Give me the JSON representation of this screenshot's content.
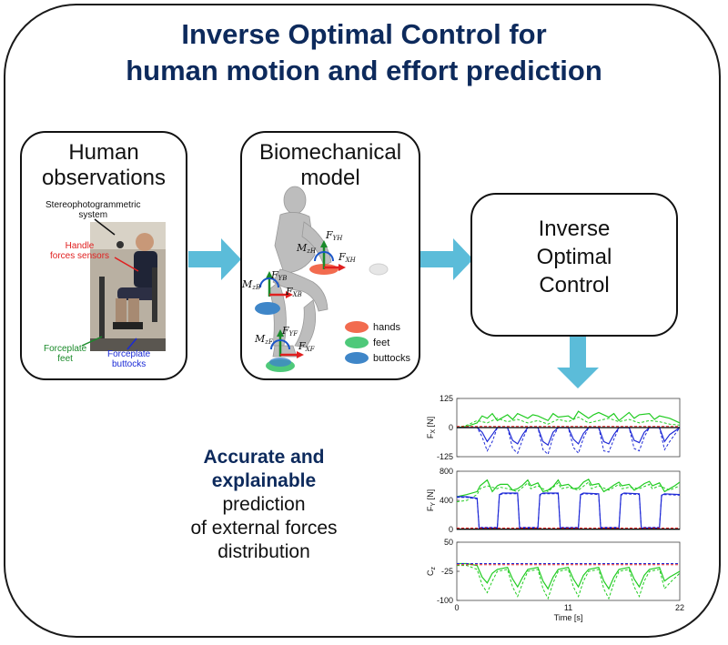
{
  "title": {
    "line1": "Inverse Optimal Control for",
    "line2": "human motion and effort prediction"
  },
  "colors": {
    "title": "#0d2a5c",
    "arrow": "#5bbcd9",
    "hands": "#f26b4f",
    "feet": "#4ec97a",
    "buttocks": "#3f86c8",
    "series_green": "#22cc22",
    "series_blue": "#1f2ad6",
    "series_red": "#e02020",
    "series_black": "#000000"
  },
  "observations": {
    "title_line1": "Human",
    "title_line2": "observations",
    "label_stereo_1": "Stereophotogrammetric",
    "label_stereo_2": "system",
    "label_handle_1": "Handle",
    "label_handle_2": "forces sensors",
    "label_forceplate_feet_1": "Forceplate",
    "label_forceplate_feet_2": "feet",
    "label_forceplate_buttocks_1": "Forceplate",
    "label_forceplate_buttocks_2": "buttocks"
  },
  "model": {
    "title_line1": "Biomechanical",
    "title_line2": "model",
    "force_labels": {
      "FYH": "F",
      "FYH_sub": "YH",
      "MzH": "M",
      "MzH_sub": "zH",
      "FXH": "F",
      "FXH_sub": "XH",
      "FYB": "F",
      "FYB_sub": "YB",
      "MzB": "M",
      "MzB_sub": "zB",
      "FXB": "F",
      "FXB_sub": "XB",
      "FYF": "F",
      "FYF_sub": "YF",
      "MzF": "M",
      "MzF_sub": "zF",
      "FXF": "F",
      "FXF_sub": "XF"
    },
    "legend": {
      "hands": "hands",
      "feet": "feet",
      "buttocks": "buttocks"
    }
  },
  "ioc": {
    "line1": "Inverse",
    "line2": "Optimal",
    "line3": "Control"
  },
  "summary": {
    "bold_line1": "Accurate and",
    "bold_line2": "explainable",
    "line3": "prediction",
    "line4": "of external forces",
    "line5": "distribution"
  },
  "chart_data": [
    {
      "type": "line",
      "ylabel": "F",
      "ylabel_sub": "X",
      "ylabel_unit": "[N]",
      "ylim": [
        -125,
        125
      ],
      "yticks": [
        "125",
        "0",
        "-125"
      ],
      "xlim": [
        0,
        22
      ],
      "series": [
        {
          "color": "green",
          "style": "solid",
          "x": [
            0,
            1,
            2,
            2.5,
            3,
            3.5,
            4,
            5,
            5.5,
            6,
            7,
            7.5,
            8,
            9,
            9.5,
            10,
            11,
            11.5,
            12,
            13,
            13.5,
            14,
            15,
            15.5,
            16,
            17,
            17.5,
            18,
            19,
            19.5,
            20,
            21,
            21.5,
            22
          ],
          "y": [
            0,
            5,
            20,
            50,
            40,
            60,
            30,
            55,
            35,
            60,
            40,
            55,
            50,
            30,
            60,
            45,
            50,
            35,
            70,
            40,
            55,
            65,
            45,
            60,
            30,
            65,
            40,
            55,
            60,
            35,
            50,
            40,
            30,
            20
          ]
        },
        {
          "color": "green",
          "style": "dashed",
          "x": [
            0,
            1,
            2,
            3,
            4,
            5,
            6,
            7,
            8,
            9,
            10,
            11,
            12,
            13,
            14,
            15,
            16,
            17,
            18,
            19,
            20,
            21,
            22
          ],
          "y": [
            0,
            10,
            30,
            20,
            40,
            25,
            35,
            20,
            30,
            15,
            35,
            25,
            45,
            20,
            30,
            40,
            25,
            35,
            20,
            30,
            25,
            15,
            10
          ]
        },
        {
          "color": "blue",
          "style": "solid",
          "x": [
            0,
            2,
            2.5,
            3,
            3.5,
            4,
            5,
            5.5,
            6,
            6.5,
            7,
            8,
            8.5,
            9,
            9.5,
            10,
            11,
            11.5,
            12,
            12.5,
            13,
            14,
            14.5,
            15,
            15.5,
            16,
            17,
            17.5,
            18,
            18.5,
            19,
            20,
            20.5,
            21,
            22
          ],
          "y": [
            0,
            0,
            -20,
            -60,
            -30,
            0,
            0,
            -55,
            -70,
            -30,
            0,
            0,
            -60,
            -75,
            -20,
            0,
            0,
            -50,
            -70,
            -25,
            0,
            0,
            -60,
            -70,
            -30,
            0,
            0,
            -55,
            -65,
            -20,
            0,
            0,
            -60,
            -30,
            0
          ]
        },
        {
          "color": "blue",
          "style": "dashed",
          "x": [
            0,
            2,
            2.5,
            3,
            3.5,
            4,
            5,
            5.5,
            6,
            6.5,
            7,
            8,
            8.5,
            9,
            9.5,
            10,
            11,
            11.5,
            12,
            12.5,
            13,
            14,
            14.5,
            15,
            15.5,
            16,
            17,
            17.5,
            18,
            18.5,
            19,
            20,
            20.5,
            21,
            22
          ],
          "y": [
            0,
            0,
            -40,
            -100,
            -60,
            0,
            0,
            -90,
            -110,
            -50,
            0,
            0,
            -95,
            -115,
            -40,
            0,
            0,
            -85,
            -110,
            -45,
            0,
            0,
            -100,
            -105,
            -50,
            0,
            0,
            -90,
            -100,
            -40,
            0,
            0,
            -95,
            -60,
            0
          ]
        },
        {
          "color": "red",
          "style": "dashed",
          "x": [
            0,
            22
          ],
          "y": [
            5,
            5
          ]
        },
        {
          "color": "black",
          "style": "solid",
          "x": [
            0,
            22
          ],
          "y": [
            0,
            0
          ]
        }
      ]
    },
    {
      "type": "line",
      "ylabel": "F",
      "ylabel_sub": "Y",
      "ylabel_unit": "[N]",
      "ylim": [
        0,
        800
      ],
      "yticks": [
        "800",
        "400",
        "0"
      ],
      "xlim": [
        0,
        22
      ],
      "series": [
        {
          "color": "green",
          "style": "solid",
          "x": [
            0,
            1,
            2,
            2.3,
            3,
            3.5,
            4,
            4.3,
            5,
            5.5,
            6,
            6.5,
            7,
            7.3,
            8,
            8.5,
            9,
            9.5,
            10,
            10.3,
            11,
            11.5,
            12,
            12.5,
            13,
            13.3,
            14,
            14.5,
            15,
            15.5,
            16,
            16.3,
            17,
            17.5,
            18,
            18.5,
            19,
            19.3,
            20,
            20.5,
            21,
            21.5,
            22
          ],
          "y": [
            450,
            480,
            520,
            600,
            680,
            520,
            600,
            620,
            620,
            540,
            560,
            610,
            680,
            600,
            640,
            520,
            540,
            590,
            680,
            600,
            620,
            560,
            570,
            650,
            690,
            610,
            630,
            520,
            560,
            610,
            650,
            600,
            620,
            540,
            580,
            630,
            660,
            600,
            640,
            520,
            560,
            600,
            650
          ]
        },
        {
          "color": "green",
          "style": "dashed",
          "x": [
            0,
            1,
            2,
            2.3,
            3,
            4,
            4.3,
            5,
            6,
            7,
            7.3,
            8,
            9,
            10,
            10.3,
            11,
            12,
            13,
            13.3,
            14,
            15,
            16,
            16.3,
            17,
            18,
            19,
            19.3,
            20,
            21,
            22
          ],
          "y": [
            380,
            400,
            480,
            560,
            600,
            560,
            580,
            560,
            520,
            640,
            560,
            600,
            520,
            640,
            560,
            580,
            540,
            650,
            560,
            600,
            540,
            620,
            560,
            580,
            560,
            620,
            560,
            600,
            540,
            600
          ]
        },
        {
          "color": "blue",
          "style": "solid",
          "x": [
            0,
            1,
            2,
            2.2,
            2.5,
            4,
            4.2,
            4.5,
            6,
            6.2,
            6.5,
            8,
            8.2,
            8.5,
            10,
            10.2,
            10.5,
            12,
            12.2,
            12.5,
            14,
            14.2,
            14.5,
            16,
            16.2,
            16.5,
            18,
            18.2,
            18.5,
            20,
            20.2,
            20.5,
            22
          ],
          "y": [
            450,
            450,
            430,
            20,
            20,
            20,
            480,
            500,
            500,
            20,
            20,
            20,
            480,
            500,
            500,
            20,
            20,
            20,
            480,
            500,
            490,
            20,
            20,
            20,
            480,
            500,
            490,
            20,
            20,
            20,
            470,
            490,
            480
          ]
        },
        {
          "color": "blue",
          "style": "dashed",
          "x": [
            0,
            1,
            2,
            2.2,
            2.5,
            4,
            4.2,
            4.5,
            6,
            6.2,
            6.5,
            8,
            8.2,
            8.5,
            10,
            10.2,
            10.5,
            12,
            12.2,
            12.5,
            14,
            14.2,
            14.5,
            16,
            16.2,
            16.5,
            18,
            18.2,
            18.5,
            20,
            20.2,
            20.5,
            22
          ],
          "y": [
            440,
            440,
            420,
            30,
            30,
            30,
            470,
            490,
            490,
            30,
            30,
            30,
            470,
            490,
            490,
            30,
            30,
            30,
            470,
            490,
            480,
            30,
            30,
            30,
            470,
            490,
            480,
            30,
            30,
            30,
            460,
            480,
            470
          ]
        },
        {
          "color": "red",
          "style": "dashed",
          "x": [
            0,
            22
          ],
          "y": [
            20,
            20
          ]
        },
        {
          "color": "black",
          "style": "solid",
          "x": [
            0,
            22
          ],
          "y": [
            5,
            5
          ]
        }
      ]
    },
    {
      "type": "line",
      "ylabel": "C",
      "ylabel_sub": "z",
      "ylabel_unit": "",
      "ylim": [
        -100,
        50
      ],
      "yticks": [
        "50",
        "-25",
        "-100"
      ],
      "xlim": [
        0,
        22
      ],
      "xticks": [
        "0",
        "11",
        "22"
      ],
      "xlabel": "Time [s]",
      "series": [
        {
          "color": "green",
          "style": "solid",
          "x": [
            0,
            1,
            2,
            2.5,
            3,
            3.5,
            4,
            5,
            5.5,
            6,
            6.5,
            7,
            8,
            8.5,
            9,
            9.5,
            10,
            11,
            11.5,
            12,
            12.5,
            13,
            14,
            14.5,
            15,
            15.5,
            16,
            17,
            17.5,
            18,
            18.5,
            19,
            20,
            20.5,
            21,
            22
          ],
          "y": [
            -5,
            -5,
            -10,
            -40,
            -55,
            -30,
            -20,
            -15,
            -45,
            -65,
            -40,
            -20,
            -15,
            -50,
            -70,
            -40,
            -20,
            -15,
            -45,
            -65,
            -35,
            -20,
            -15,
            -50,
            -70,
            -40,
            -20,
            -15,
            -45,
            -65,
            -35,
            -20,
            -15,
            -50,
            -40,
            -25
          ]
        },
        {
          "color": "green",
          "style": "dashed",
          "x": [
            0,
            1,
            2,
            2.5,
            3,
            3.5,
            4,
            5,
            5.5,
            6,
            6.5,
            7,
            8,
            8.5,
            9,
            9.5,
            10,
            11,
            11.5,
            12,
            12.5,
            13,
            14,
            14.5,
            15,
            15.5,
            16,
            17,
            17.5,
            18,
            18.5,
            19,
            20,
            20.5,
            21,
            22
          ],
          "y": [
            -10,
            -10,
            -20,
            -60,
            -80,
            -50,
            -25,
            -20,
            -65,
            -90,
            -55,
            -25,
            -20,
            -70,
            -95,
            -55,
            -25,
            -20,
            -65,
            -90,
            -50,
            -25,
            -20,
            -70,
            -95,
            -55,
            -25,
            -20,
            -65,
            -90,
            -50,
            -25,
            -20,
            -70,
            -55,
            -30
          ]
        },
        {
          "color": "blue",
          "style": "dashed",
          "x": [
            0,
            22
          ],
          "y": [
            -5,
            -5
          ]
        },
        {
          "color": "red",
          "style": "dashed",
          "x": [
            0,
            22
          ],
          "y": [
            -8,
            -8
          ]
        }
      ]
    }
  ]
}
